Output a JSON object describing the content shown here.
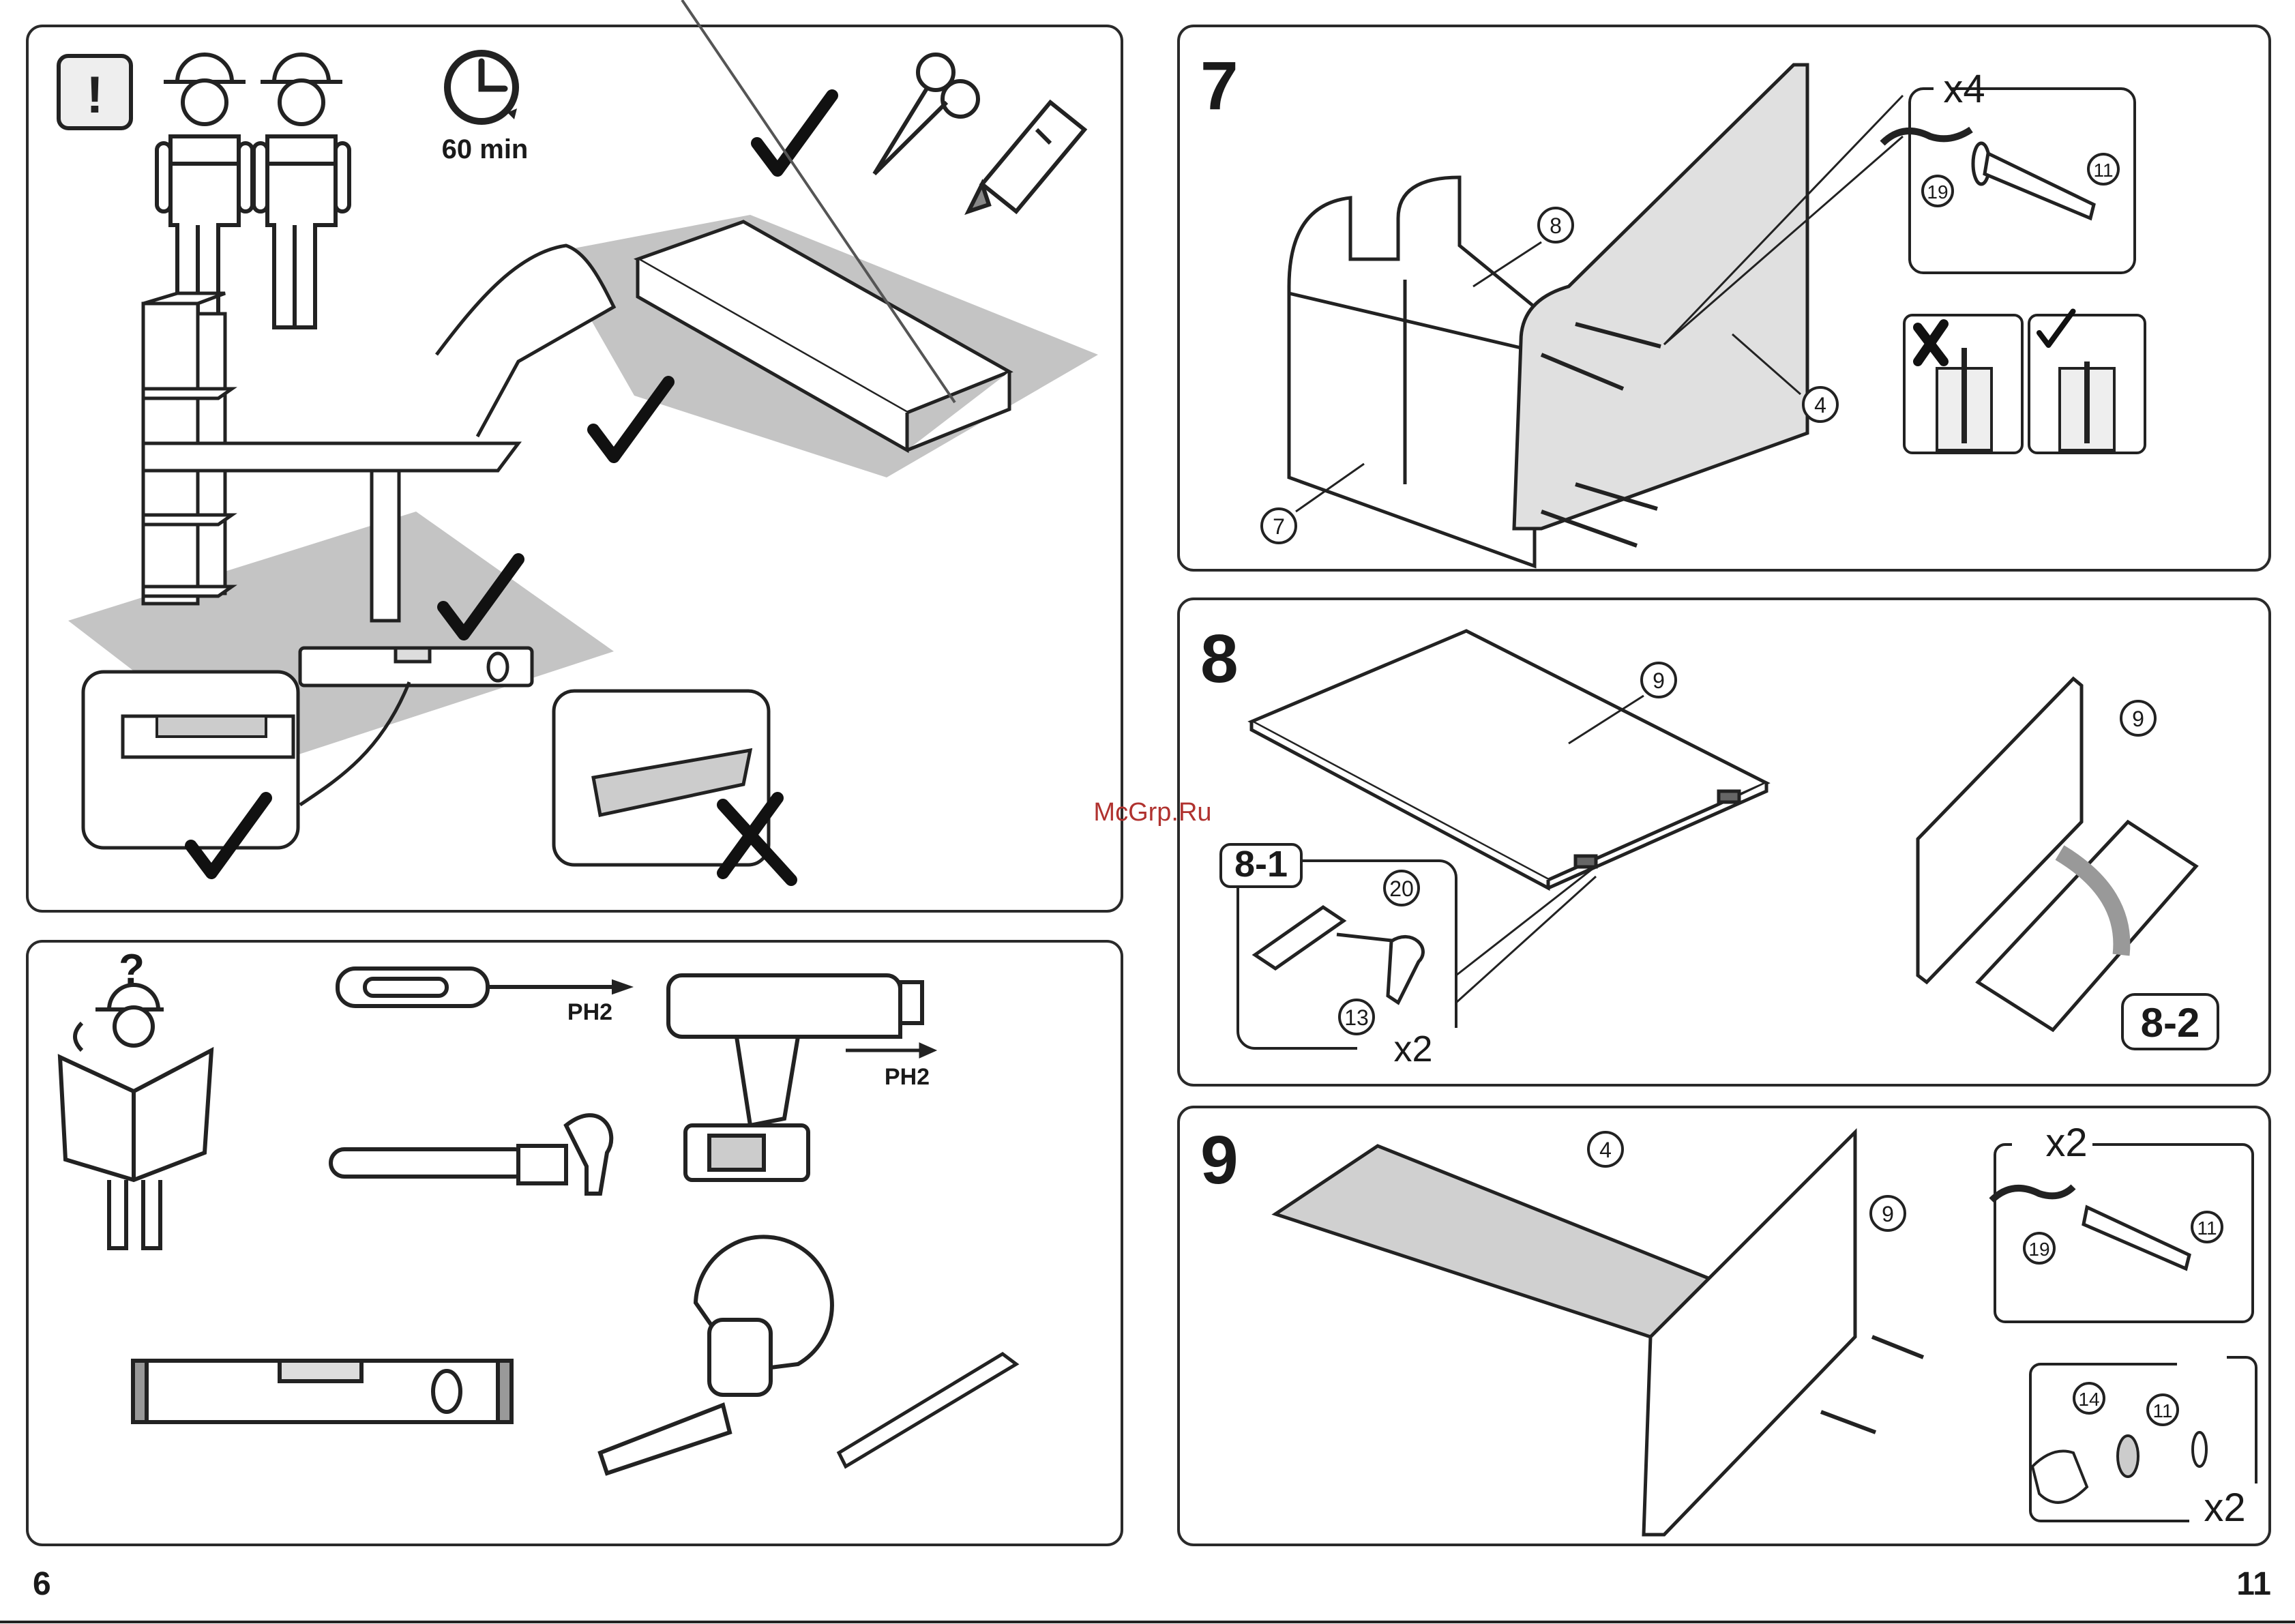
{
  "pages": {
    "left_number": "6",
    "right_number": "11"
  },
  "watermark": "McGrp.Ru",
  "panel_prep": {
    "warning_symbol": "!",
    "time": "60 min",
    "icons": [
      "warning-icon",
      "two-workers-icon",
      "clock-icon",
      "checkmark-icon",
      "scissors-icon",
      "utility-knife-icon",
      "cross-icon",
      "spirit-level-icon"
    ]
  },
  "panel_tools": {
    "question_mark": "?",
    "screwdriver_label": "PH2",
    "drill_bit_label": "PH2"
  },
  "step7": {
    "number": "7",
    "qty": "x4",
    "part_labels": {
      "p8": "8",
      "p4": "4",
      "p7": "7",
      "p19": "19",
      "p11": "11"
    }
  },
  "step8": {
    "number": "8",
    "sub1": "8-1",
    "sub2": "8-2",
    "qty": "x2",
    "part_labels": {
      "p9a": "9",
      "p9b": "9",
      "p20": "20",
      "p13": "13"
    }
  },
  "step9": {
    "number": "9",
    "qty_top": "x2",
    "qty_bottom": "x2",
    "part_labels": {
      "p4": "4",
      "p9": "9",
      "p19": "19",
      "p11a": "11",
      "p14": "14",
      "p11b": "11"
    }
  },
  "colors": {
    "panel_border": "#2a2a2a",
    "board_grey": "#c8c8c8",
    "shadow_grey": "#bdbdbd",
    "ink": "#1a1a1a"
  }
}
